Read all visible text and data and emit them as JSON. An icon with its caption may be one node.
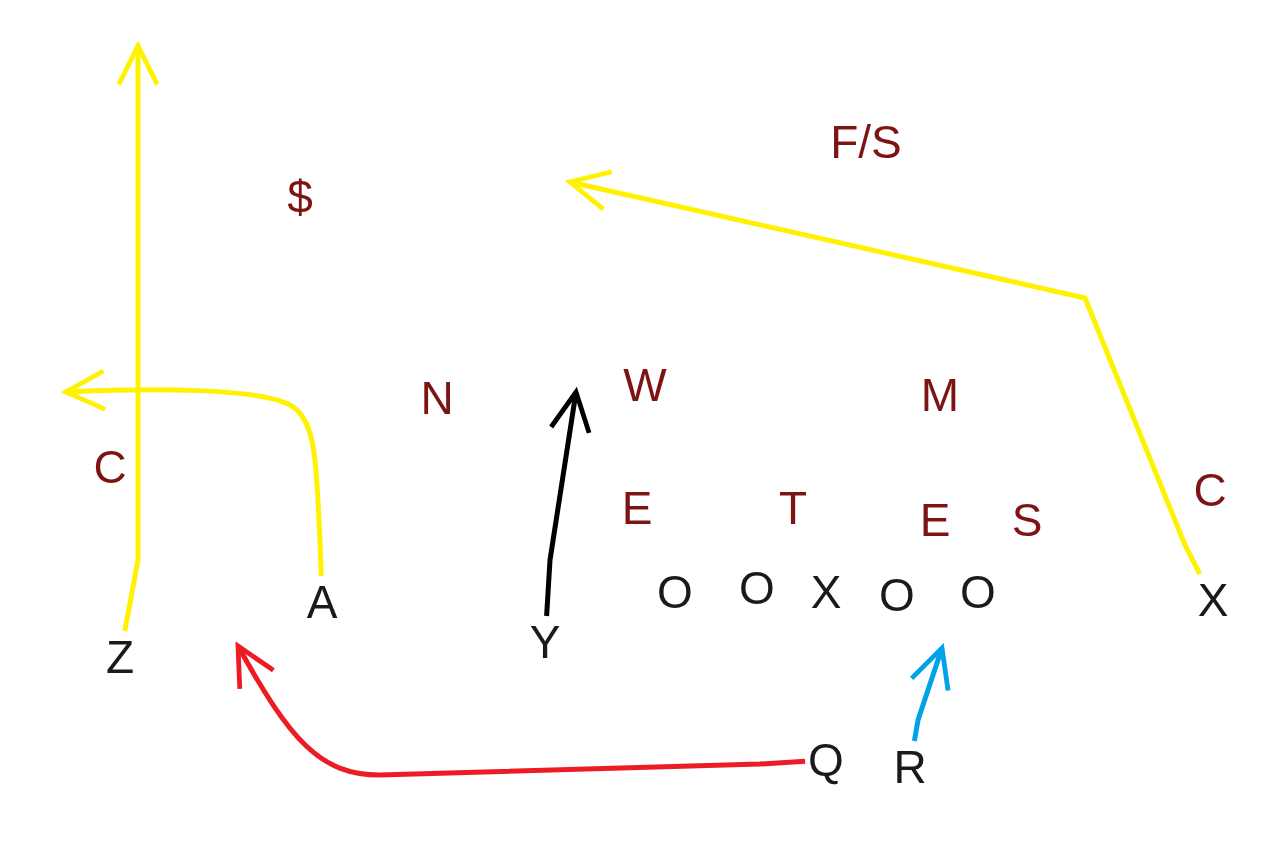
{
  "diagram": {
    "nodes": [
      {
        "text": [
          "Z"
        ]
      },
      {
        "text": [
          "A"
        ]
      },
      {
        "text": [
          "Y"
        ]
      },
      {
        "text": [
          "X"
        ]
      },
      {
        "text": [
          "Q"
        ]
      },
      {
        "text": [
          "R"
        ]
      }
    ],
    "edges": [
      {
        "from": 0,
        "to": null,
        "arrow": "to"
      },
      {
        "from": 1,
        "to": null,
        "arrow": "to"
      },
      {
        "from": 2,
        "to": null,
        "arrow": "to",
        "color": "#000000"
      },
      {
        "from": 3,
        "to": null,
        "arrow": "to"
      },
      {
        "from": 4,
        "to": null,
        "arrow": "to",
        "color": "#ed1c24"
      },
      {
        "from": 5,
        "to": null,
        "arrow": "to",
        "color": "#00a2e8"
      }
    ],
    "labels": [
      "F/S",
      "$",
      "N",
      "W",
      "M",
      "C",
      "C",
      "E",
      "T",
      "E",
      "S",
      "O",
      "O",
      "X",
      "O",
      "O"
    ]
  }
}
